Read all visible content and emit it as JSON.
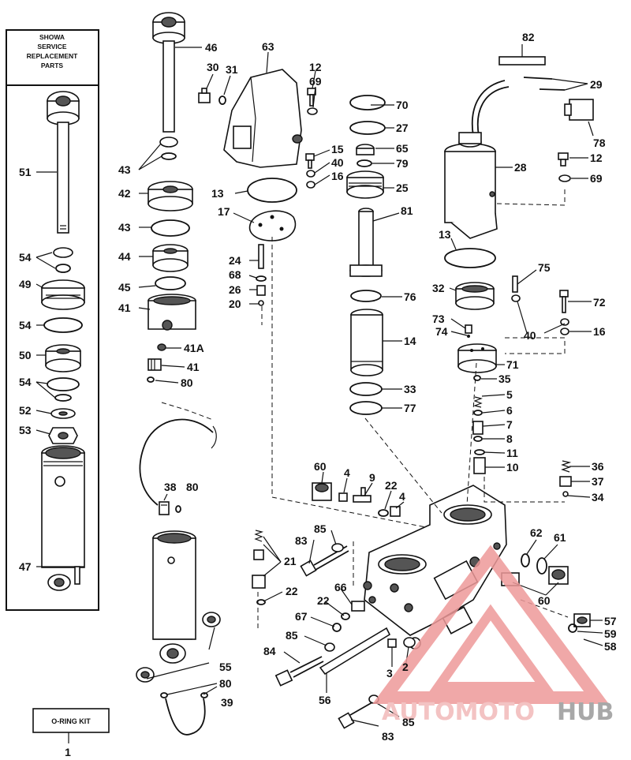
{
  "box": {
    "title_lines": [
      "SHOWA",
      "SERVICE",
      "REPLACEMENT",
      "PARTS"
    ]
  },
  "kit": {
    "label": "O-RING KIT",
    "number": "1"
  },
  "watermark": {
    "part_a": "AUTOMOTO",
    "part_b": "HUB",
    "color_a": "#f2b9b9",
    "color_b": "#9a9a9a"
  },
  "labels": {
    "p2": "2",
    "p3": "3",
    "p4a": "4",
    "p4b": "4",
    "p5": "5",
    "p6": "6",
    "p7": "7",
    "p8": "8",
    "p9": "9",
    "p10": "10",
    "p11": "11",
    "p12a": "12",
    "p12b": "12",
    "p13a": "13",
    "p13b": "13",
    "p14": "14",
    "p15": "15",
    "p16a": "16",
    "p16b": "16",
    "p17": "17",
    "p20": "20",
    "p21": "21",
    "p22a": "22",
    "p22b": "22",
    "p22c": "22",
    "p24": "24",
    "p25": "25",
    "p26": "26",
    "p27": "27",
    "p28": "28",
    "p29": "29",
    "p30": "30",
    "p31": "31",
    "p32": "32",
    "p33": "33",
    "p34": "34",
    "p35": "35",
    "p36": "36",
    "p37": "37",
    "p38": "38",
    "p39": "39",
    "p40a": "40",
    "p40b": "40",
    "p41": "41",
    "p41b": "41",
    "p41a": "41A",
    "p42": "42",
    "p43a": "43",
    "p43b": "43",
    "p44": "44",
    "p45": "45",
    "p46": "46",
    "p47": "47",
    "p49": "49",
    "p50": "50",
    "p51": "51",
    "p52": "52",
    "p53": "53",
    "p54a": "54",
    "p54b": "54",
    "p54c": "54",
    "p55": "55",
    "p56": "56",
    "p57": "57",
    "p58": "58",
    "p59": "59",
    "p60a": "60",
    "p60b": "60",
    "p61": "61",
    "p62": "62",
    "p63": "63",
    "p65": "65",
    "p66": "66",
    "p67": "67",
    "p68": "68",
    "p69a": "69",
    "p69b": "69",
    "p70": "70",
    "p71": "71",
    "p72": "72",
    "p73": "73",
    "p74": "74",
    "p75": "75",
    "p76": "76",
    "p77": "77",
    "p78": "78",
    "p79": "79",
    "p80a": "80",
    "p80b": "80",
    "p80c": "80",
    "p81": "81",
    "p82": "82",
    "p83a": "83",
    "p83b": "83",
    "p84": "84",
    "p85a": "85",
    "p85b": "85",
    "p85c": "85"
  }
}
